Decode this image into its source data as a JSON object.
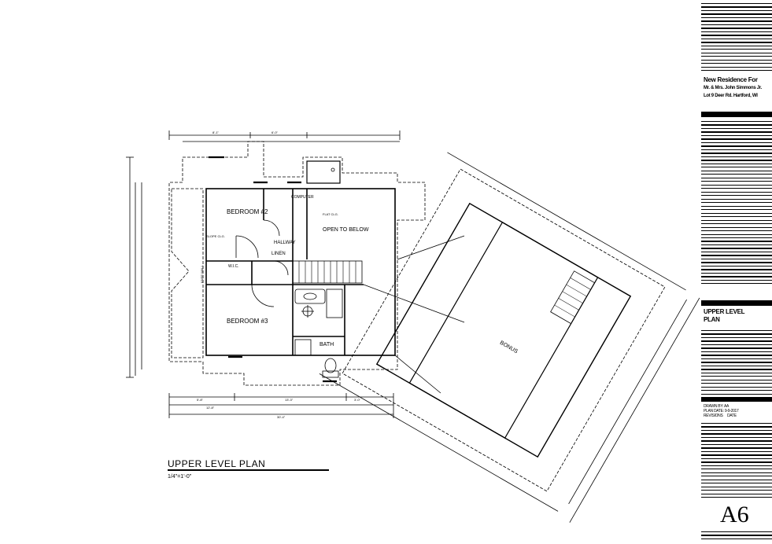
{
  "plan": {
    "title": "UPPER LEVEL PLAN",
    "scale": "1/4\"=1'-0\"",
    "rooms": {
      "bedroom2": "BEDROOM #2",
      "bedroom3": "BEDROOM #3",
      "hallway": "HALLWAY",
      "linen": "LINEN",
      "computer": "COMPUTER",
      "open_to_below": "OPEN TO BELOW",
      "bath": "BATH",
      "bonus": "BONUS",
      "wic": "W.I.C."
    },
    "notes": {
      "slope_clg": "SLOPE CLG.",
      "flat_clg": "FLAT CLG.",
      "knee_wall": "KNEE WALL"
    },
    "dimensions": {
      "overall": "30'-4\"",
      "d1": "5'-8\"",
      "d2": "13'-3\"",
      "d3": "12'-8\"",
      "d4": "3'-0\"",
      "d5": "8'-1\"",
      "d6": "6'-0\""
    }
  },
  "title_block": {
    "project_lines": [
      "New Residence For",
      "Mr. & Mrs. John Simmons Jr.",
      "Lot 9 Deer Rd. Hartford, WI"
    ],
    "sheet_title_lines": [
      "UPPER LEVEL",
      "PLAN"
    ],
    "drawn_by": "DRAWN BY: AA",
    "date": "PLAN DATE: 9-9-2017",
    "revisions": "REVISIONS",
    "revisions_date": "DATE",
    "sheet_number": "A6"
  }
}
